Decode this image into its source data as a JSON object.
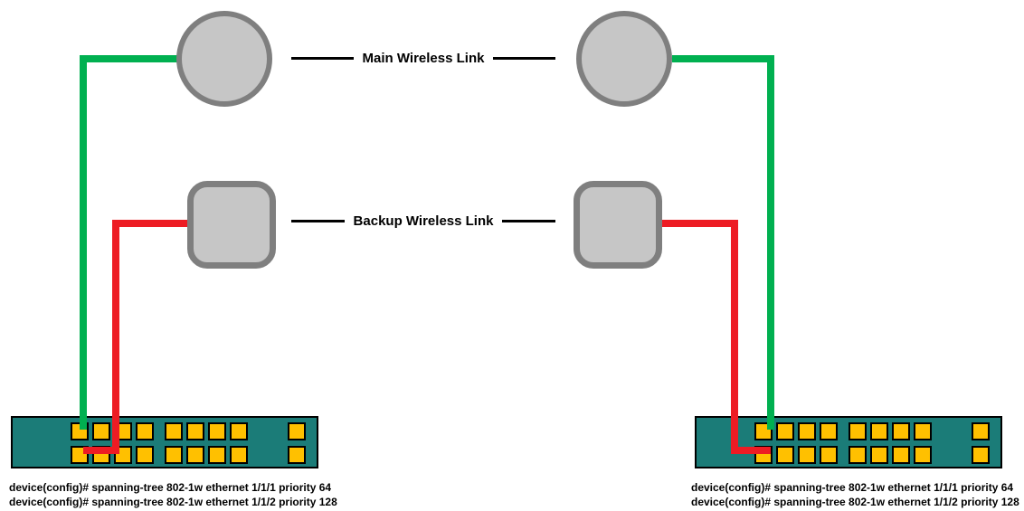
{
  "diagram": {
    "links": {
      "main": {
        "label": "Main Wireless Link",
        "color": "#00B050"
      },
      "backup": {
        "label": "Backup Wireless Link",
        "color": "#ED1C24"
      }
    },
    "switches": [
      {
        "side": "left",
        "config_lines": [
          "device(config)# spanning-tree 802-1w ethernet 1/1/1 priority 64",
          "device(config)# spanning-tree 802-1w ethernet 1/1/2 priority 128"
        ]
      },
      {
        "side": "right",
        "config_lines": [
          "device(config)# spanning-tree 802-1w ethernet 1/1/1 priority 64",
          "device(config)# spanning-tree 802-1w ethernet 1/1/2 priority 128"
        ]
      }
    ],
    "colors": {
      "main_link": "#00B050",
      "backup_link": "#ED1C24",
      "switch_body": "#1B7C78",
      "switch_port": "#FFC000",
      "device_fill": "#C6C6C6",
      "device_border": "#7F7F7F"
    }
  }
}
